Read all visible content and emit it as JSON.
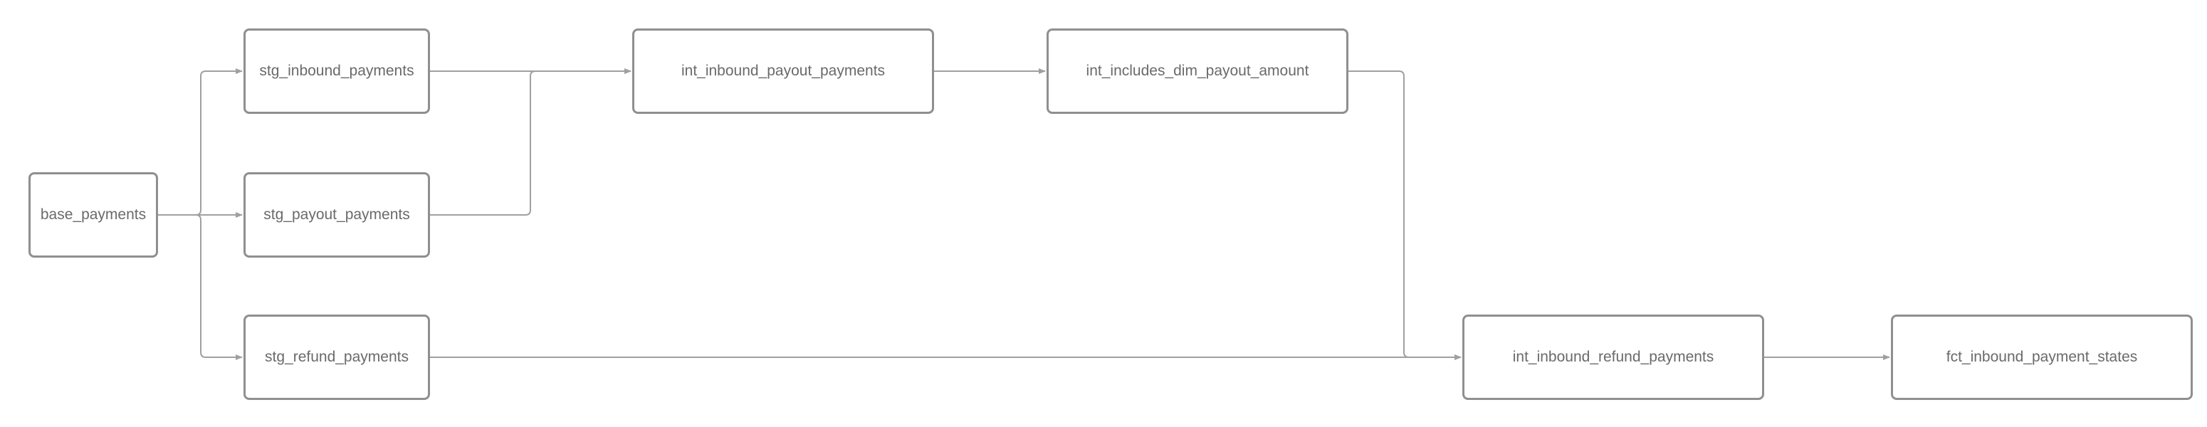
{
  "diagram": {
    "type": "flowchart",
    "line_color": "#a0a0a0",
    "border_color": "#8f8f8f",
    "text_color": "#6a6a6a",
    "nodes": [
      {
        "id": "base_payments",
        "label": "base_payments"
      },
      {
        "id": "stg_inbound_payments",
        "label": "stg_inbound_payments"
      },
      {
        "id": "stg_payout_payments",
        "label": "stg_payout_payments"
      },
      {
        "id": "stg_refund_payments",
        "label": "stg_refund_payments"
      },
      {
        "id": "int_inbound_payout_payments",
        "label": "int_inbound_payout_payments"
      },
      {
        "id": "int_includes_dim_payout_amount",
        "label": "int_includes_dim_payout_amount"
      },
      {
        "id": "int_inbound_refund_payments",
        "label": "int_inbound_refund_payments"
      },
      {
        "id": "fct_inbound_payment_states",
        "label": "fct_inbound_payment_states"
      }
    ],
    "edges": [
      {
        "from": "base_payments",
        "to": "stg_inbound_payments"
      },
      {
        "from": "base_payments",
        "to": "stg_payout_payments"
      },
      {
        "from": "base_payments",
        "to": "stg_refund_payments"
      },
      {
        "from": "stg_inbound_payments",
        "to": "int_inbound_payout_payments"
      },
      {
        "from": "stg_payout_payments",
        "to": "int_inbound_payout_payments"
      },
      {
        "from": "int_inbound_payout_payments",
        "to": "int_includes_dim_payout_amount"
      },
      {
        "from": "int_includes_dim_payout_amount",
        "to": "int_inbound_refund_payments"
      },
      {
        "from": "stg_refund_payments",
        "to": "int_inbound_refund_payments"
      },
      {
        "from": "int_inbound_refund_payments",
        "to": "fct_inbound_payment_states"
      }
    ]
  }
}
